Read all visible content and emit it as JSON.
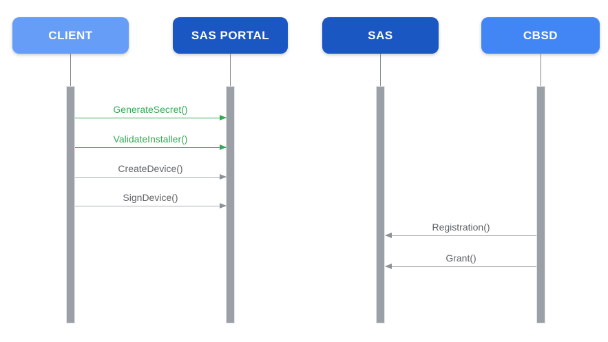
{
  "diagram": {
    "type": "sequence-diagram",
    "background": "#FFFFFF",
    "actors": [
      {
        "label": "CLIENT",
        "color": "#669DF6"
      },
      {
        "label": "SAS PORTAL",
        "color": "#1A57C2"
      },
      {
        "label": "SAS",
        "color": "#1A57C2"
      },
      {
        "label": "CBSD",
        "color": "#4285F4"
      }
    ],
    "lifeline_color": "#9AA0A6",
    "messages": [
      {
        "label": "GenerateSecret()",
        "from": "CLIENT",
        "to": "SAS PORTAL",
        "direction": "right",
        "color": "#34A853"
      },
      {
        "label": "ValidateInstaller()",
        "from": "CLIENT",
        "to": "SAS PORTAL",
        "direction": "right",
        "color": "#34A853"
      },
      {
        "label": "CreateDevice()",
        "from": "CLIENT",
        "to": "SAS PORTAL",
        "direction": "right",
        "color": "#5F6368"
      },
      {
        "label": "SignDevice()",
        "from": "CLIENT",
        "to": "SAS PORTAL",
        "direction": "right",
        "color": "#5F6368"
      },
      {
        "label": "Registration()",
        "from": "CBSD",
        "to": "SAS",
        "direction": "left",
        "color": "#5F6368"
      },
      {
        "label": "Grant()",
        "from": "CBSD",
        "to": "SAS",
        "direction": "left",
        "color": "#5F6368"
      }
    ]
  }
}
